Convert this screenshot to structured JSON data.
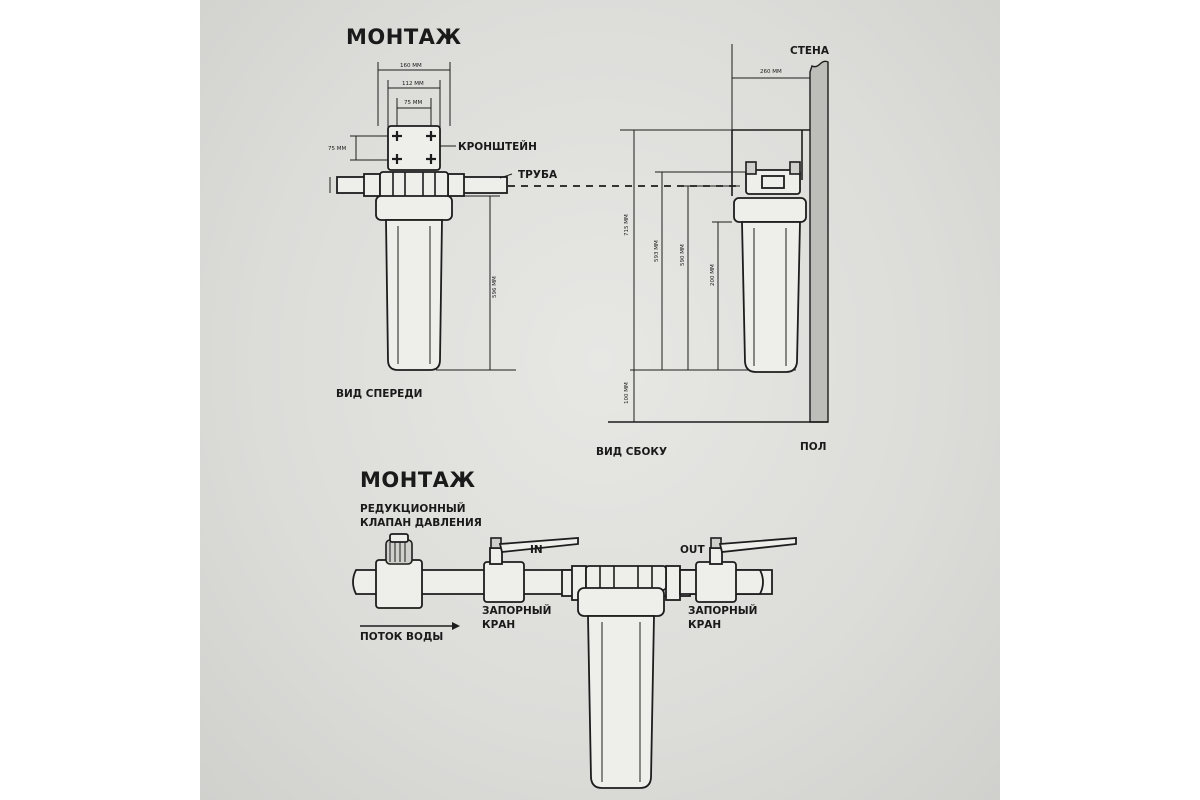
{
  "titles": {
    "top": "МОНТАЖ",
    "bottom": "МОНТАЖ"
  },
  "front_view": {
    "caption": "ВИД СПЕРЕДИ",
    "bracket_label": "КРОНШТЕЙН",
    "pipe_label": "ТРУБА",
    "dim_width_outer": "160 MM",
    "dim_width_mid": "112 MM",
    "dim_width_inner": "75 MM",
    "dim_hole_height": "75 MM",
    "dim_height": "596 MM"
  },
  "side_view": {
    "caption": "ВИД СБОКУ",
    "wall_label": "СТЕНА",
    "floor_label": "ПОЛ",
    "dim_wall_offset": "260 MM",
    "dim_total": "715 MM",
    "dim_a": "593 MM",
    "dim_b": "590 MM",
    "dim_c": "200 MM",
    "dim_floor": "100 MM"
  },
  "install": {
    "reducer_label_1": "РЕДУКЦИОННЫЙ",
    "reducer_label_2": "КЛАПАН ДАВЛЕНИЯ",
    "in_label": "IN",
    "out_label": "OUT",
    "valve_left_1": "ЗАПОРНЫЙ",
    "valve_left_2": "КРАН",
    "valve_right_1": "ЗАПОРНЫЙ",
    "valve_right_2": "КРАН",
    "flow_label": "ПОТОК ВОДЫ"
  },
  "icons": {
    "bracket_holes": "plus-marker",
    "flow_arrow": "arrow-right"
  }
}
